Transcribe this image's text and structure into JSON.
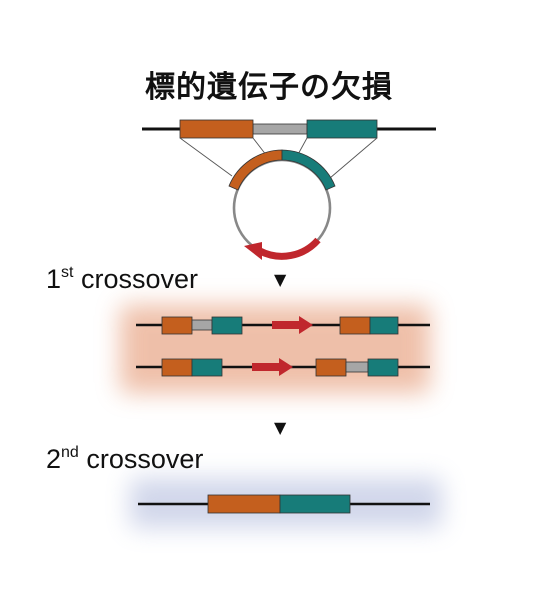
{
  "title": "標的遺伝子の欠損",
  "steps": [
    {
      "num": "1",
      "sup": "st",
      "label": "crossover",
      "marker": "▼"
    },
    {
      "num": "2",
      "sup": "nd",
      "label": "crossover",
      "marker": "▼"
    }
  ],
  "colors": {
    "orange": "#C45F1E",
    "teal": "#177C79",
    "gray": "#A6A6A6",
    "red": "#C0272D",
    "line": "#111111",
    "glow_orange": "#E8A585",
    "glow_blue": "#9AA6D2"
  }
}
